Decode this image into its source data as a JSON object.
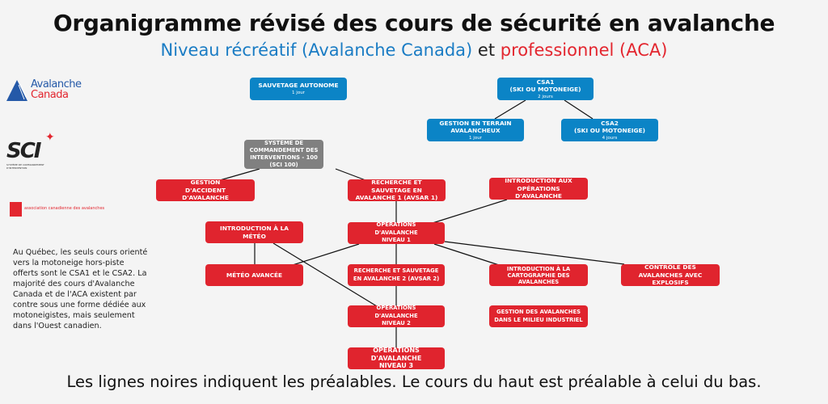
{
  "title": "Organigramme révisé des cours de sécurité en avalanche",
  "subtitle": {
    "part1": "Niveau récréatif (Avalanche Canada)",
    "part2": "et",
    "part3": "professionnel (ACA)"
  },
  "colors": {
    "recreational": "#0b84c6",
    "professional": "#e0242e",
    "other": "#808080"
  },
  "logos": {
    "avalanche_canada": [
      "Avalanche",
      "Canada"
    ],
    "sci": "SCI",
    "sci_caption": "SYSTÈME DE COMMANDEMENT D'INTERVENTION",
    "aca": "association canadienne des avalanches"
  },
  "note": "Au Québec, les seuls cours orienté vers la motoneige hors-piste offerts sont le CSA1 et le CSA2. La majorité des cours d'Avalanche Canada et de l'ACA existent par contre sous une forme dédiée aux motoneigistes, mais seulement dans l'Ouest canadien.",
  "footer": "Les lignes noires indiquent les préalables. Le cours du haut est préalable à celui du bas.",
  "nodes": {
    "sauvetage": {
      "label": "SAUVETAGE AUTONOME",
      "duration": "1 jour"
    },
    "csa1": {
      "label": "CSA1\n(SKI OU MOTONEIGE)",
      "duration": "2 jours"
    },
    "gta": {
      "label": "GESTION EN TERRAIN AVALANCHEUX",
      "duration": "1 jour"
    },
    "csa2": {
      "label": "CSA2\n(SKI OU MOTONEIGE)",
      "duration": "4 jours"
    },
    "sci100": {
      "label": "SYSTÈME DE COMMANDEMENT DES INTERVENTIONS - 100 (SCI 100)"
    },
    "gestion_accident": {
      "label": "GESTION D'ACCIDENT D'AVALANCHE"
    },
    "avsar1": {
      "label": "RECHERCHE ET SAUVETAGE EN AVALANCHE 1 (AVSAR 1)"
    },
    "intro_ops": {
      "label": "INTRODUCTION AUX OPÉRATIONS D'AVALANCHE"
    },
    "intro_meteo": {
      "label": "INTRODUCTION À LA MÉTÉO"
    },
    "ops1": {
      "label": "OPÉRATIONS D'AVALANCHE NIVEAU 1"
    },
    "meteo_avancee": {
      "label": "MÉTÉO AVANCÉE"
    },
    "avsar2": {
      "label": "RECHERCHE ET SAUVETAGE EN AVALANCHE 2 (AVSAR 2)"
    },
    "intro_carto": {
      "label": "INTRODUCTION À LA CARTOGRAPHIE DES AVALANCHES"
    },
    "controle": {
      "label": "CONTRÔLE DES AVALANCHES AVEC EXPLOSIFS"
    },
    "ops2": {
      "label": "OPÉRATIONS D'AVALANCHE NIVEAU 2"
    },
    "gestion_industriel": {
      "label": "GESTION DES AVALANCHES DANS LE MILIEU INDUSTRIEL"
    },
    "ops3": {
      "label": "OPÉRATIONS D'AVALANCHE NIVEAU 3"
    }
  },
  "prerequisites": [
    [
      "csa1",
      "gta"
    ],
    [
      "csa1",
      "csa2"
    ],
    [
      "sci100",
      "gestion_accident"
    ],
    [
      "sci100",
      "avsar1"
    ],
    [
      "avsar1",
      "ops1"
    ],
    [
      "intro_ops",
      "ops1"
    ],
    [
      "ops1",
      "meteo_avancee"
    ],
    [
      "ops1",
      "avsar2"
    ],
    [
      "ops1",
      "intro_carto"
    ],
    [
      "ops1",
      "controle"
    ],
    [
      "intro_meteo",
      "meteo_avancee"
    ],
    [
      "intro_meteo",
      "ops2"
    ],
    [
      "avsar2",
      "ops2"
    ],
    [
      "ops2",
      "ops3"
    ]
  ]
}
